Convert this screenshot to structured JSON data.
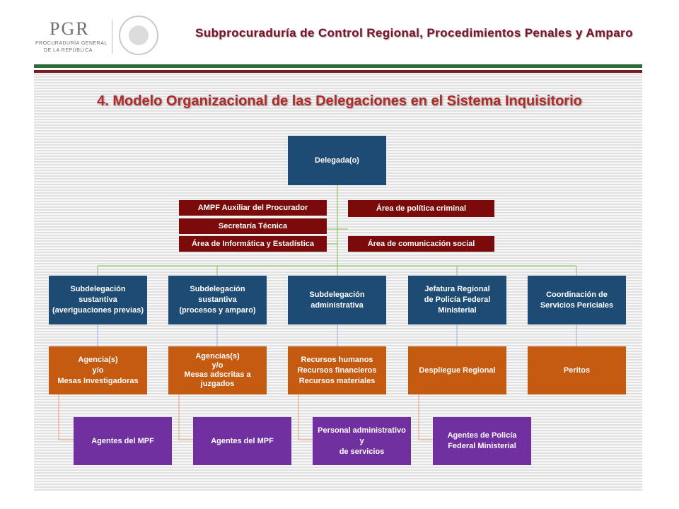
{
  "header": {
    "logo_text": "PGR",
    "logo_sub1": "PROCURADURÍA GENERAL",
    "logo_sub2": "DE LA REPÚBLICA",
    "title": "Subprocuraduría de Control Regional, Procedimientos Penales y Amparo"
  },
  "slide": {
    "title": "4. Modelo Organizacional de las Delegaciones en el Sistema Inquisitorio"
  },
  "org": {
    "root": "Delegada(o)",
    "staff_left": [
      "AMPF Auxiliar del Procurador",
      "Secretaría Técnica",
      "Área de Informática y Estadística"
    ],
    "staff_right": [
      "Área de política criminal",
      "Área de comunicación social"
    ],
    "level1": [
      [
        "Subdelegación",
        "sustantiva",
        "(averiguaciones previas)"
      ],
      [
        "Subdelegación sustantiva",
        "(procesos y amparo)"
      ],
      [
        "Subdelegación",
        "administrativa"
      ],
      [
        "Jefatura Regional",
        "de Policía Federal",
        "Ministerial"
      ],
      [
        "Coordinación de",
        "Servicios Periciales"
      ]
    ],
    "level2": [
      [
        "Agencia(s)",
        "y/o",
        "Mesas  Investigadoras"
      ],
      [
        "Agencias(s)",
        "y/o",
        "Mesas adscritas a",
        "juzgados"
      ],
      [
        "Recursos  humanos",
        "Recursos financieros",
        "Recursos materiales"
      ],
      [
        "Despliegue Regional"
      ],
      [
        "Peritos"
      ]
    ],
    "level3": [
      [
        "Agentes del MPF"
      ],
      [
        "Agentes del MPF"
      ],
      [
        "Personal administrativo y",
        "de servicios"
      ],
      [
        "Agentes de Policía",
        "Federal Ministerial"
      ]
    ]
  },
  "colors": {
    "title_red": "#b12a2a",
    "header_title": "#7a1328",
    "box_blue": "#1e4b73",
    "box_orange": "#c55a11",
    "box_purple": "#7030a0",
    "box_red": "#7b0b0b",
    "connector_green": "#7fbf5a",
    "connector_blue": "#8fb3d9",
    "connector_orange": "#e8a070"
  }
}
